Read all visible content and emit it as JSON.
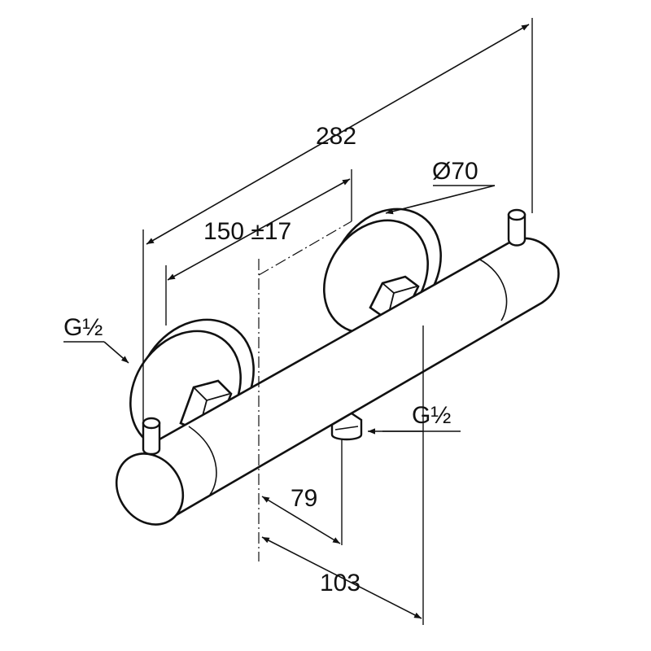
{
  "drawing": {
    "dimensions": {
      "overall_length": "282",
      "center_distance": "150 ±17",
      "escutcheon_diameter": "Ø70",
      "outlet_offset_79": "79",
      "outlet_offset_103": "103"
    },
    "threads": {
      "inlet_left": "G½",
      "outlet_bottom": "G½"
    }
  }
}
